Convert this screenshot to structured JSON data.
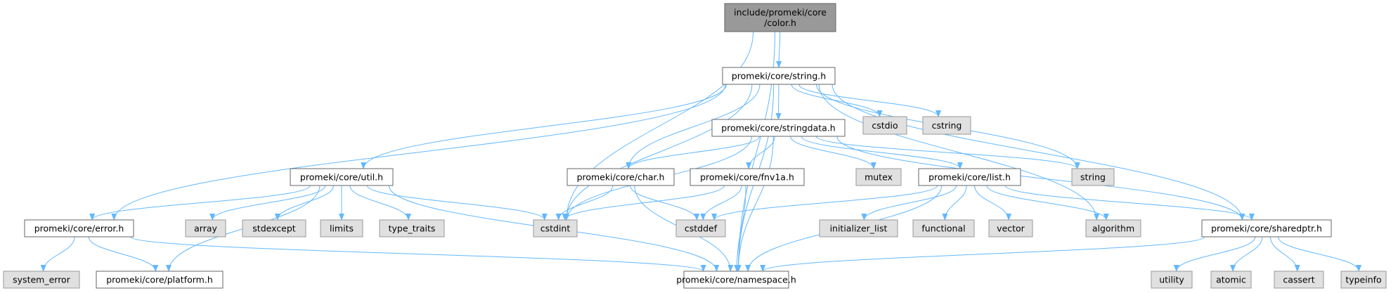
{
  "diagram": {
    "type": "include-dependency-graph",
    "colors": {
      "root_fill": "#999999",
      "root_stroke": "#666666",
      "project_fill": "#ffffff",
      "project_stroke": "#666666",
      "external_fill": "#e0e0e0",
      "external_stroke": "#999999",
      "edge": "#63b8ff"
    },
    "nodes": [
      {
        "id": "color",
        "label_lines": [
          "include/promeki/core",
          "/color.h"
        ],
        "kind": "root"
      },
      {
        "id": "string_h",
        "label_lines": [
          "promeki/core/string.h"
        ],
        "kind": "project"
      },
      {
        "id": "stringdata",
        "label_lines": [
          "promeki/core/stringdata.h"
        ],
        "kind": "project"
      },
      {
        "id": "cstdio",
        "label_lines": [
          "cstdio"
        ],
        "kind": "external"
      },
      {
        "id": "cstring",
        "label_lines": [
          "cstring"
        ],
        "kind": "external"
      },
      {
        "id": "util",
        "label_lines": [
          "promeki/core/util.h"
        ],
        "kind": "project"
      },
      {
        "id": "char",
        "label_lines": [
          "promeki/core/char.h"
        ],
        "kind": "project"
      },
      {
        "id": "fnv1a",
        "label_lines": [
          "promeki/core/fnv1a.h"
        ],
        "kind": "project"
      },
      {
        "id": "mutex",
        "label_lines": [
          "mutex"
        ],
        "kind": "external"
      },
      {
        "id": "list",
        "label_lines": [
          "promeki/core/list.h"
        ],
        "kind": "project"
      },
      {
        "id": "string_std",
        "label_lines": [
          "string"
        ],
        "kind": "external"
      },
      {
        "id": "error",
        "label_lines": [
          "promeki/core/error.h"
        ],
        "kind": "project"
      },
      {
        "id": "array",
        "label_lines": [
          "array"
        ],
        "kind": "external"
      },
      {
        "id": "stdexcept",
        "label_lines": [
          "stdexcept"
        ],
        "kind": "external"
      },
      {
        "id": "limits",
        "label_lines": [
          "limits"
        ],
        "kind": "external"
      },
      {
        "id": "type_traits",
        "label_lines": [
          "type_traits"
        ],
        "kind": "external"
      },
      {
        "id": "cstdint",
        "label_lines": [
          "cstdint"
        ],
        "kind": "external"
      },
      {
        "id": "cstddef",
        "label_lines": [
          "cstddef"
        ],
        "kind": "external"
      },
      {
        "id": "initializer_list",
        "label_lines": [
          "initializer_list"
        ],
        "kind": "external"
      },
      {
        "id": "functional",
        "label_lines": [
          "functional"
        ],
        "kind": "external"
      },
      {
        "id": "vector",
        "label_lines": [
          "vector"
        ],
        "kind": "external"
      },
      {
        "id": "algorithm",
        "label_lines": [
          "algorithm"
        ],
        "kind": "external"
      },
      {
        "id": "sharedptr",
        "label_lines": [
          "promeki/core/sharedptr.h"
        ],
        "kind": "project"
      },
      {
        "id": "system_error",
        "label_lines": [
          "system_error"
        ],
        "kind": "external"
      },
      {
        "id": "platform",
        "label_lines": [
          "promeki/core/platform.h"
        ],
        "kind": "project"
      },
      {
        "id": "namespace",
        "label_lines": [
          "promeki/core/namespace.h"
        ],
        "kind": "project"
      },
      {
        "id": "utility",
        "label_lines": [
          "utility"
        ],
        "kind": "external"
      },
      {
        "id": "atomic",
        "label_lines": [
          "atomic"
        ],
        "kind": "external"
      },
      {
        "id": "cassert",
        "label_lines": [
          "cassert"
        ],
        "kind": "external"
      },
      {
        "id": "typeinfo",
        "label_lines": [
          "typeinfo"
        ],
        "kind": "external"
      }
    ],
    "edges": [
      [
        "color",
        "string_h"
      ],
      [
        "color",
        "cstdint"
      ],
      [
        "color",
        "namespace"
      ],
      [
        "string_h",
        "stringdata"
      ],
      [
        "string_h",
        "cstdio"
      ],
      [
        "string_h",
        "cstring"
      ],
      [
        "string_h",
        "util"
      ],
      [
        "string_h",
        "char"
      ],
      [
        "string_h",
        "string_std"
      ],
      [
        "string_h",
        "error"
      ],
      [
        "string_h",
        "cstdint"
      ],
      [
        "string_h",
        "namespace"
      ],
      [
        "string_h",
        "algorithm"
      ],
      [
        "string_h",
        "sharedptr"
      ],
      [
        "stringdata",
        "char"
      ],
      [
        "stringdata",
        "fnv1a"
      ],
      [
        "stringdata",
        "mutex"
      ],
      [
        "stringdata",
        "list"
      ],
      [
        "stringdata",
        "string_std"
      ],
      [
        "stringdata",
        "cstdint"
      ],
      [
        "stringdata",
        "namespace"
      ],
      [
        "stringdata",
        "sharedptr"
      ],
      [
        "util",
        "error"
      ],
      [
        "util",
        "array"
      ],
      [
        "util",
        "stdexcept"
      ],
      [
        "util",
        "limits"
      ],
      [
        "util",
        "type_traits"
      ],
      [
        "util",
        "cstdint"
      ],
      [
        "util",
        "platform"
      ],
      [
        "util",
        "namespace"
      ],
      [
        "char",
        "cstdint"
      ],
      [
        "char",
        "cstddef"
      ],
      [
        "char",
        "namespace"
      ],
      [
        "fnv1a",
        "cstdint"
      ],
      [
        "fnv1a",
        "cstddef"
      ],
      [
        "fnv1a",
        "namespace"
      ],
      [
        "list",
        "cstddef"
      ],
      [
        "list",
        "initializer_list"
      ],
      [
        "list",
        "functional"
      ],
      [
        "list",
        "vector"
      ],
      [
        "list",
        "algorithm"
      ],
      [
        "list",
        "sharedptr"
      ],
      [
        "list",
        "namespace"
      ],
      [
        "error",
        "system_error"
      ],
      [
        "error",
        "platform"
      ],
      [
        "error",
        "namespace"
      ],
      [
        "sharedptr",
        "utility"
      ],
      [
        "sharedptr",
        "atomic"
      ],
      [
        "sharedptr",
        "cassert"
      ],
      [
        "sharedptr",
        "typeinfo"
      ],
      [
        "sharedptr",
        "namespace"
      ]
    ]
  }
}
